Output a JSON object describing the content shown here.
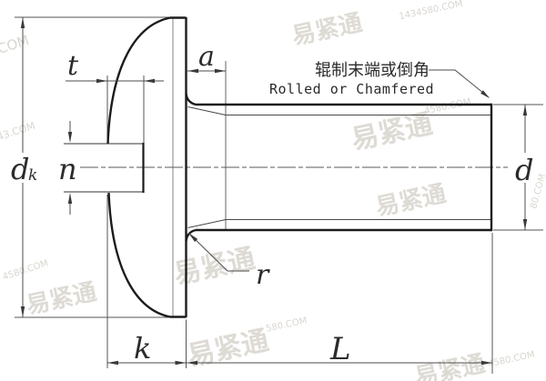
{
  "dimensions": {
    "dk_main": "d",
    "dk_sub": "k",
    "slot_depth": "t",
    "slot_width": "n",
    "thread_runout": "a",
    "fillet_radius": "r",
    "shank_diameter": "d",
    "head_height": "k",
    "length": "L"
  },
  "annotation": {
    "zh": "辊制末端或倒角",
    "en": "Rolled or Chamfered"
  },
  "colors": {
    "outline": "#1c1c1c",
    "thin_line": "#4d4d4d",
    "centerline": "#5a5a5a",
    "watermark": "#dedbd5"
  },
  "watermarks": [
    {
      "t": "COM"
    },
    {
      "t": "易紧通"
    },
    {
      "t": "1434580.COM"
    },
    {
      "t": "易紧通"
    },
    {
      "t": "4580.COM"
    },
    {
      "t": "43.COM"
    },
    {
      "t": "易紧通"
    },
    {
      "t": "易紧通"
    },
    {
      "t": "易紧通"
    },
    {
      "t": "4580.COM"
    },
    {
      "t": "易紧通"
    },
    {
      "t": "580.COM"
    },
    {
      "t": "易紧通"
    },
    {
      "t": "4580.COM"
    },
    {
      "t": "80.COM"
    }
  ]
}
